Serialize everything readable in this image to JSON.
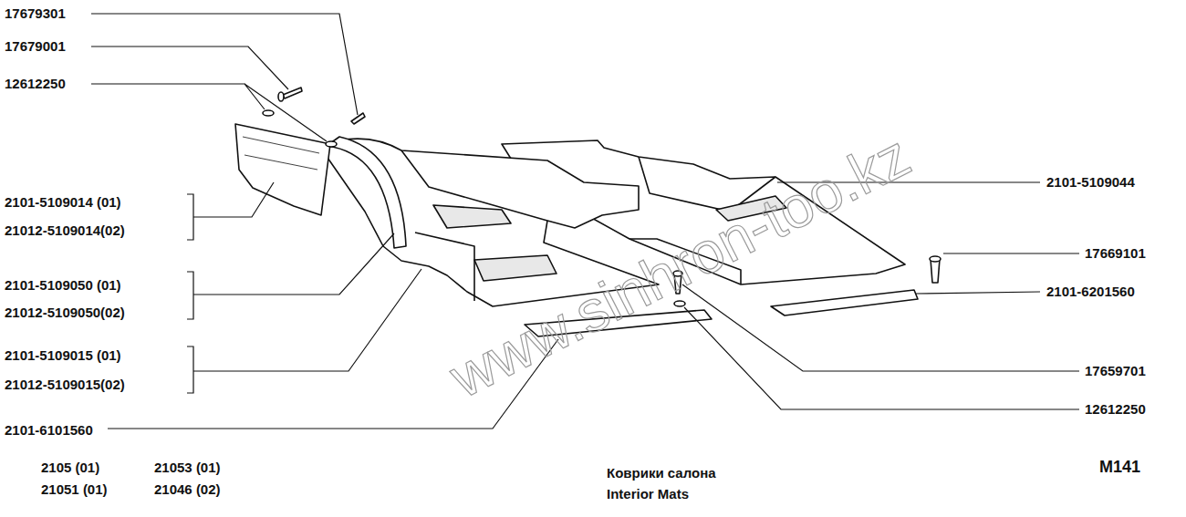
{
  "diagram": {
    "labels": [
      "17679301",
      "17679001",
      "12612250",
      "2101-5109014 (01)",
      "21012-5109014(02)",
      "2101-5109050 (01)",
      "21012-5109050(02)",
      "2101-5109015 (01)",
      "21012-5109015(02)",
      "2101-6101560",
      "2101-5109044",
      "17669101",
      "2101-6201560",
      "17659701",
      "12612250",
      "2105 (01)",
      "21053 (01)",
      "21051 (01)",
      "21046 (02)",
      "Коврики салона",
      "Interior Mats",
      "M141",
      "www.sinhron-too.kz"
    ]
  }
}
